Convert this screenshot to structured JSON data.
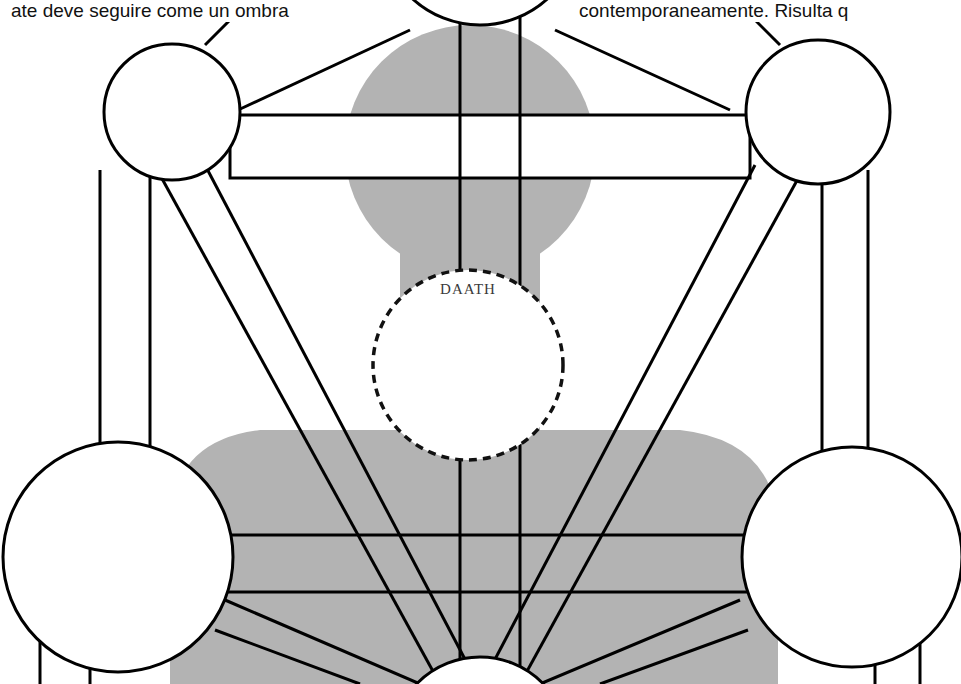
{
  "diagram": {
    "nodes": [
      {
        "text": [
          "DAATH"
        ]
      }
    ],
    "labels": [
      "ate deve seguire come un ombra",
      "contemporaneamente. Risulta q"
    ]
  }
}
